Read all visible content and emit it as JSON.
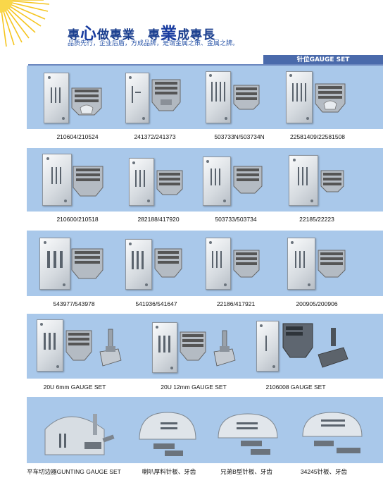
{
  "header": {
    "slogan_part1": "專",
    "slogan_big1": "心",
    "slogan_part2": "做專業　專",
    "slogan_big2": "業",
    "slogan_part3": "成專長",
    "subline": "品质先行，企业后盾，方成品牌，是谓金属之策、金属之牌。",
    "tab_label": "针位GAUGE SET"
  },
  "rows": [
    {
      "items": [
        {
          "label": "210604/210524"
        },
        {
          "label": "241372/241373"
        },
        {
          "label": "503733N/503734N"
        },
        {
          "label": "22581409/22581508"
        }
      ]
    },
    {
      "items": [
        {
          "label": "210600/210518"
        },
        {
          "label": "282188/417920"
        },
        {
          "label": "503733/503734"
        },
        {
          "label": "22185/22223"
        }
      ]
    },
    {
      "items": [
        {
          "label": "543977/543978"
        },
        {
          "label": "541936/541647"
        },
        {
          "label": "22186/417921"
        },
        {
          "label": "200905/200906"
        }
      ]
    },
    {
      "items": [
        {
          "label": "20U 6mm GAUGE SET"
        },
        {
          "label": "20U 12mm GAUGE SET"
        },
        {
          "label": "2106008 GAUGE SET"
        }
      ]
    },
    {
      "items": [
        {
          "label": "平车切边器GUNTING GAUGE SET"
        },
        {
          "label": "喇叭厚料针板、牙齿"
        },
        {
          "label": "兄弟B型针板、牙齿"
        },
        {
          "label": "34245针板、牙齿"
        }
      ]
    }
  ],
  "colors": {
    "panel": "#a9c8ea",
    "header_blue": "#1b3f8f",
    "tab": "#4a6aab",
    "sun": "#f5c51f"
  }
}
